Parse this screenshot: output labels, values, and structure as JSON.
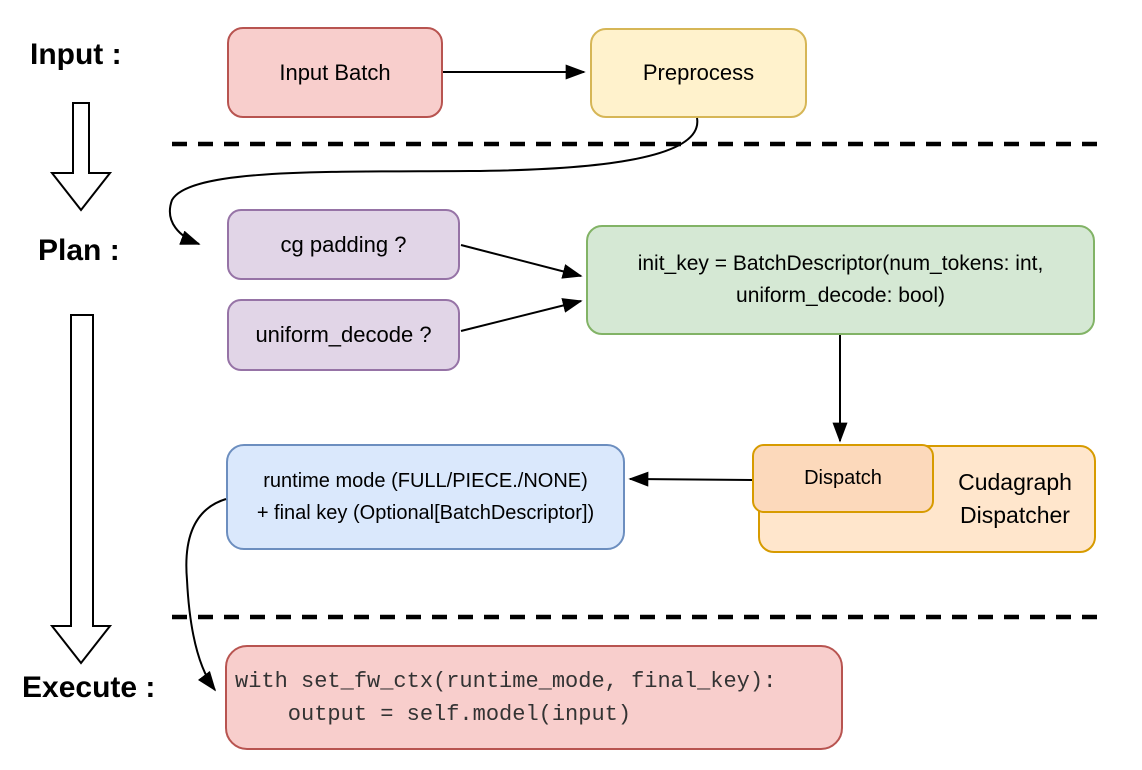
{
  "stages": {
    "input": "Input :",
    "plan": "Plan :",
    "execute": "Execute :"
  },
  "nodes": {
    "input_batch": {
      "label": "Input Batch",
      "fill": "#f8cecc",
      "stroke": "#b85450"
    },
    "preprocess": {
      "label": "Preprocess",
      "fill": "#fff2cc",
      "stroke": "#d6b656"
    },
    "cg_padding": {
      "label": "cg padding ?",
      "fill": "#e1d5e7",
      "stroke": "#9673a6"
    },
    "uniform_decode": {
      "label": "uniform_decode ?",
      "fill": "#e1d5e7",
      "stroke": "#9673a6"
    },
    "init_key": {
      "line1": "init_key = BatchDescriptor(num_tokens: int,",
      "line2": "uniform_decode: bool)",
      "fill": "#d5e8d4",
      "stroke": "#82b366"
    },
    "dispatch": {
      "label": "Dispatch",
      "fill": "#fcd9bb",
      "stroke": "#d79b00"
    },
    "cudagraph_dispatcher": {
      "line1": "Cudagraph",
      "line2": "Dispatcher",
      "fill": "#ffe6cc",
      "stroke": "#d79b00"
    },
    "runtime_result": {
      "line1": "runtime mode (FULL/PIECE./NONE)",
      "line2": "+ final key (Optional[BatchDescriptor])",
      "fill": "#dae8fc",
      "stroke": "#6c8ebf"
    },
    "execute_code": {
      "line1": "with set_fw_ctx(runtime_mode, final_key):",
      "line2": "    output = self.model(input)",
      "fill": "#f8cecc",
      "stroke": "#b85450"
    }
  },
  "colors": {
    "arrow": "#000000",
    "label_text": "#000000",
    "code_text": "#333333",
    "background": "#ffffff"
  }
}
